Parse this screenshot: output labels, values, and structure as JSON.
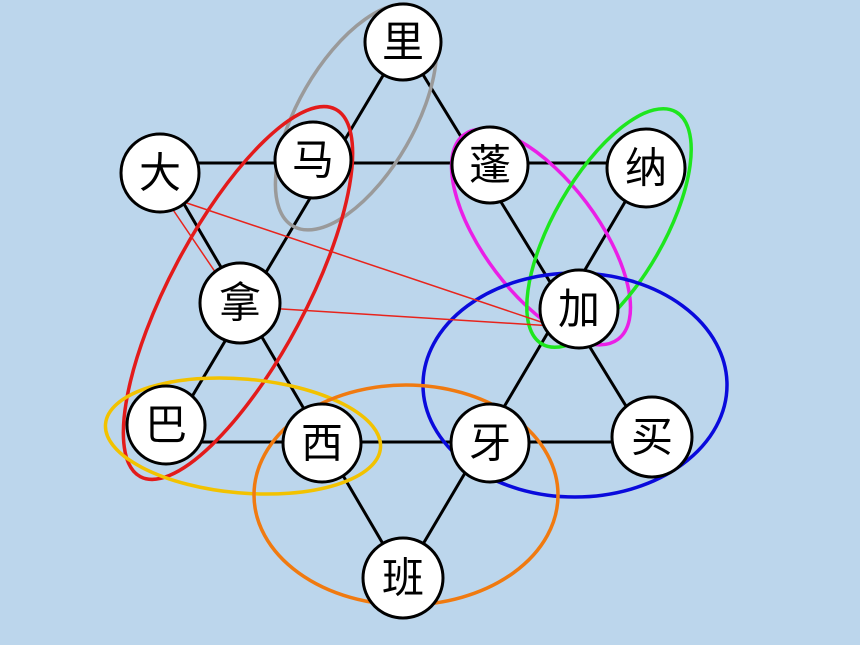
{
  "colors": {
    "background": "#bcd6ec",
    "gray": "#9a9a9a",
    "red": "#e31b1b",
    "magenta": "#ea1fe6",
    "green": "#1ee61e",
    "blue": "#0a0adc",
    "yellow": "#f2c200",
    "orange": "#f07a10",
    "link": "#e8241c"
  },
  "nodes": {
    "li": "里",
    "da": "大",
    "ma": "马",
    "peng": "蓬",
    "na": "纳",
    "na2": "拿",
    "jia": "加",
    "ba": "巴",
    "xi": "西",
    "ya": "牙",
    "mai": "买",
    "ban": "班"
  },
  "groups": [
    {
      "id": "mali",
      "color": "gray",
      "members": [
        "ma",
        "li"
      ]
    },
    {
      "id": "canada",
      "color": "red",
      "members": [
        "ma",
        "na2",
        "ba"
      ]
    },
    {
      "id": "gabon",
      "color": "magenta",
      "members": [
        "peng",
        "jia"
      ]
    },
    {
      "id": "ghana",
      "color": "green",
      "members": [
        "na",
        "jia"
      ]
    },
    {
      "id": "jamaica",
      "color": "blue",
      "members": [
        "jia",
        "ya",
        "mai"
      ]
    },
    {
      "id": "brazil",
      "color": "yellow",
      "members": [
        "ba",
        "xi"
      ]
    },
    {
      "id": "spain",
      "color": "orange",
      "members": [
        "xi",
        "ya",
        "ban"
      ]
    }
  ],
  "links": [
    [
      "da",
      "na2"
    ],
    [
      "da",
      "jia"
    ],
    [
      "na2",
      "jia"
    ]
  ]
}
